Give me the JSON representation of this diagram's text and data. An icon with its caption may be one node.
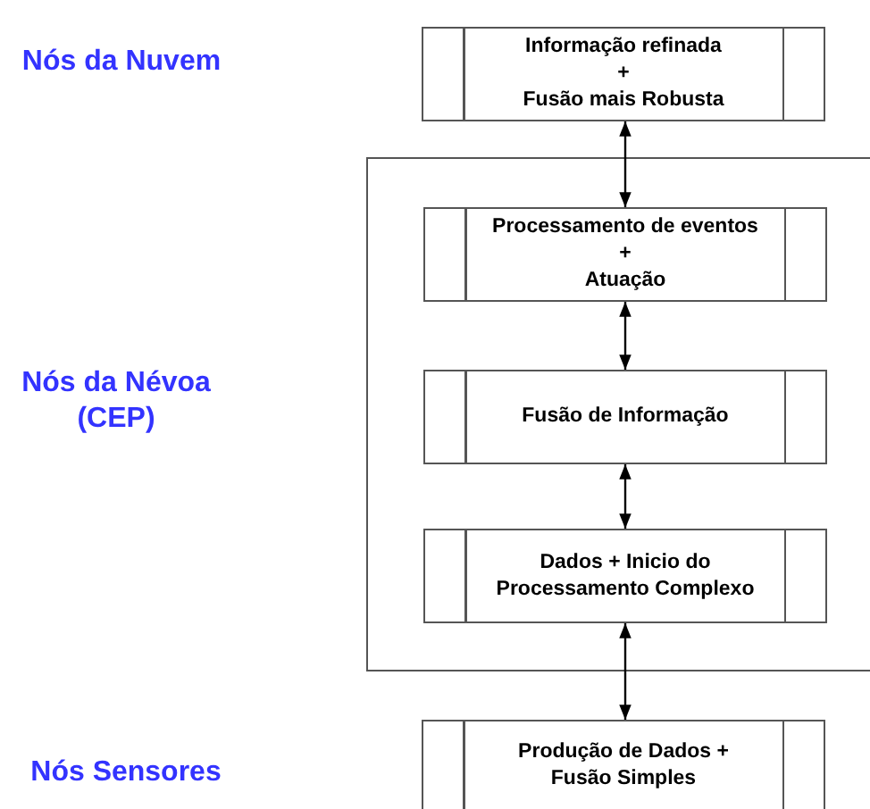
{
  "diagram": {
    "nodes": [
      {
        "text": [
          "Informação refinada",
          "+",
          "Fusão mais Robusta"
        ]
      },
      {
        "text": [],
        "shape": "box"
      },
      {
        "text": [
          "Processamento de eventos",
          "+",
          "Atuação"
        ],
        "in": 1
      },
      {
        "text": [
          "Fusão de Informação"
        ],
        "in": 1
      },
      {
        "text": [
          "Dados + Inicio do Processamento Complexo"
        ],
        "in": 1
      },
      {
        "text": [
          "Produção de Dados + Fusão Simples"
        ]
      }
    ],
    "edges": [
      {
        "from": 0,
        "to": 2,
        "arrow": "both"
      },
      {
        "from": 2,
        "to": 3,
        "arrow": "both"
      },
      {
        "from": 3,
        "to": 4,
        "arrow": "both"
      },
      {
        "from": 4,
        "to": 5,
        "arrow": "both"
      }
    ],
    "labels": [
      "Nós da Nuvem",
      "Nós da Névoa (CEP)",
      "Nós Sensores"
    ]
  }
}
